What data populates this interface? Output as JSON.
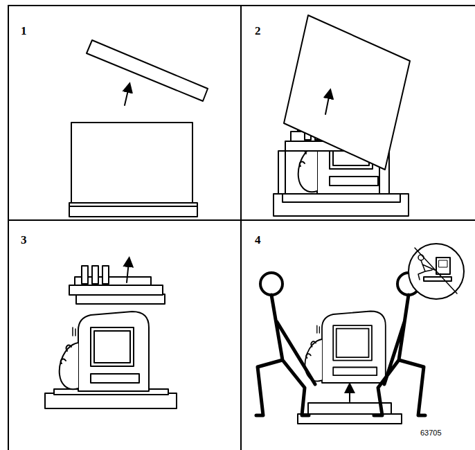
{
  "diagram": {
    "labels": [
      "1",
      "2",
      "3",
      "4",
      "63705"
    ]
  }
}
